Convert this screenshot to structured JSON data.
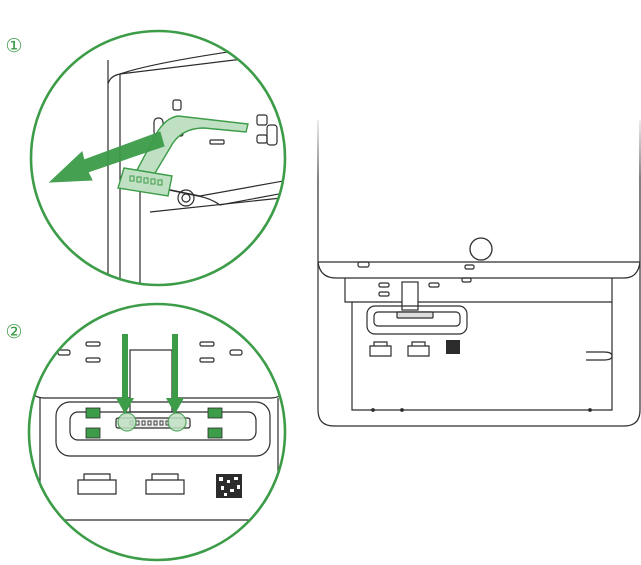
{
  "steps": [
    {
      "label": "①",
      "marker": "circled-digit-one"
    },
    {
      "label": "②",
      "marker": "circled-digit-two"
    }
  ],
  "colors": {
    "accent": "#3c9c48",
    "accent_fill": "#bfe0c2",
    "outline": "#2c2c2c",
    "fade_outline": "#9a9a9a",
    "background": "#ffffff"
  },
  "icons": {
    "pull_arrow": "arrow-left-icon",
    "push_arrow": "arrow-down-icon",
    "ribbon_cable": "ribbon-cable-icon",
    "usb_port": "usb-port-icon",
    "qr_code": "qr-code-icon"
  }
}
